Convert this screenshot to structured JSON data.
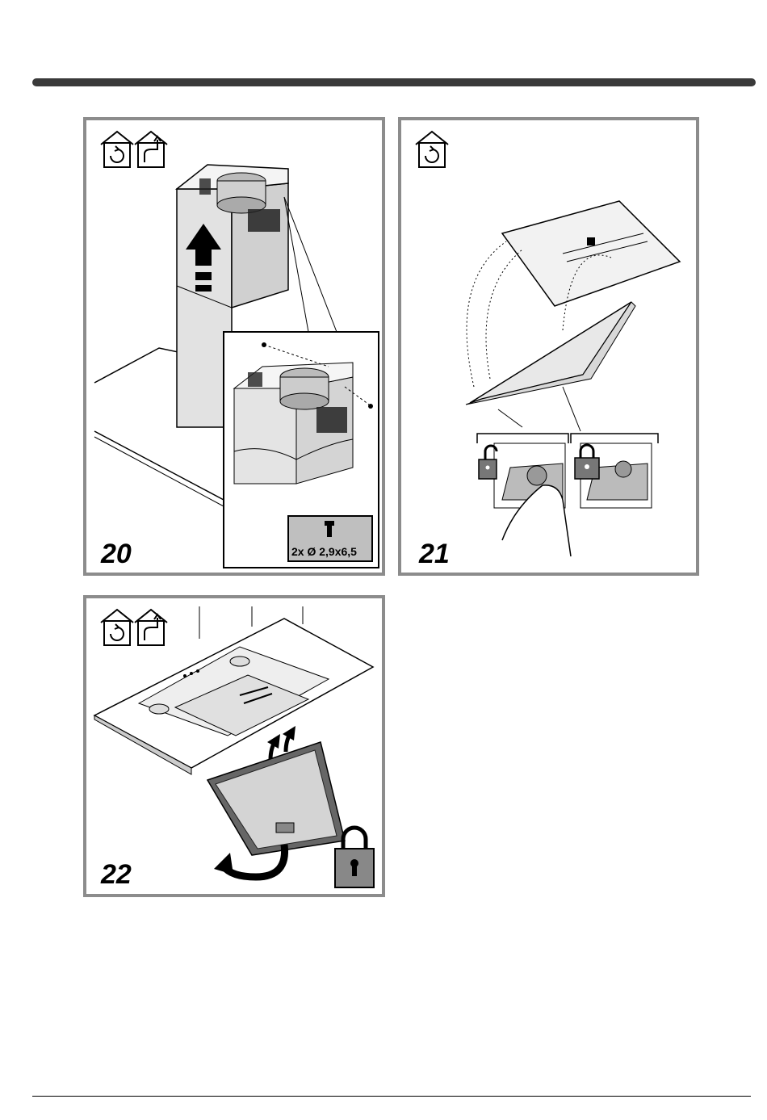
{
  "figures": [
    {
      "number": "20",
      "screw_label": "2x Ø 2,9x6,5",
      "mode_icons": [
        "recirculation-icon",
        "ducted-icon"
      ]
    },
    {
      "number": "21",
      "mode_icons": [
        "recirculation-icon"
      ]
    },
    {
      "number": "22",
      "mode_icons": [
        "recirculation-icon",
        "ducted-icon"
      ]
    }
  ],
  "icons": {
    "lock_open": "padlock-open-icon",
    "lock_closed": "padlock-closed-icon",
    "screw": "screw-icon",
    "arrow_up": "arrow-up-icon"
  }
}
